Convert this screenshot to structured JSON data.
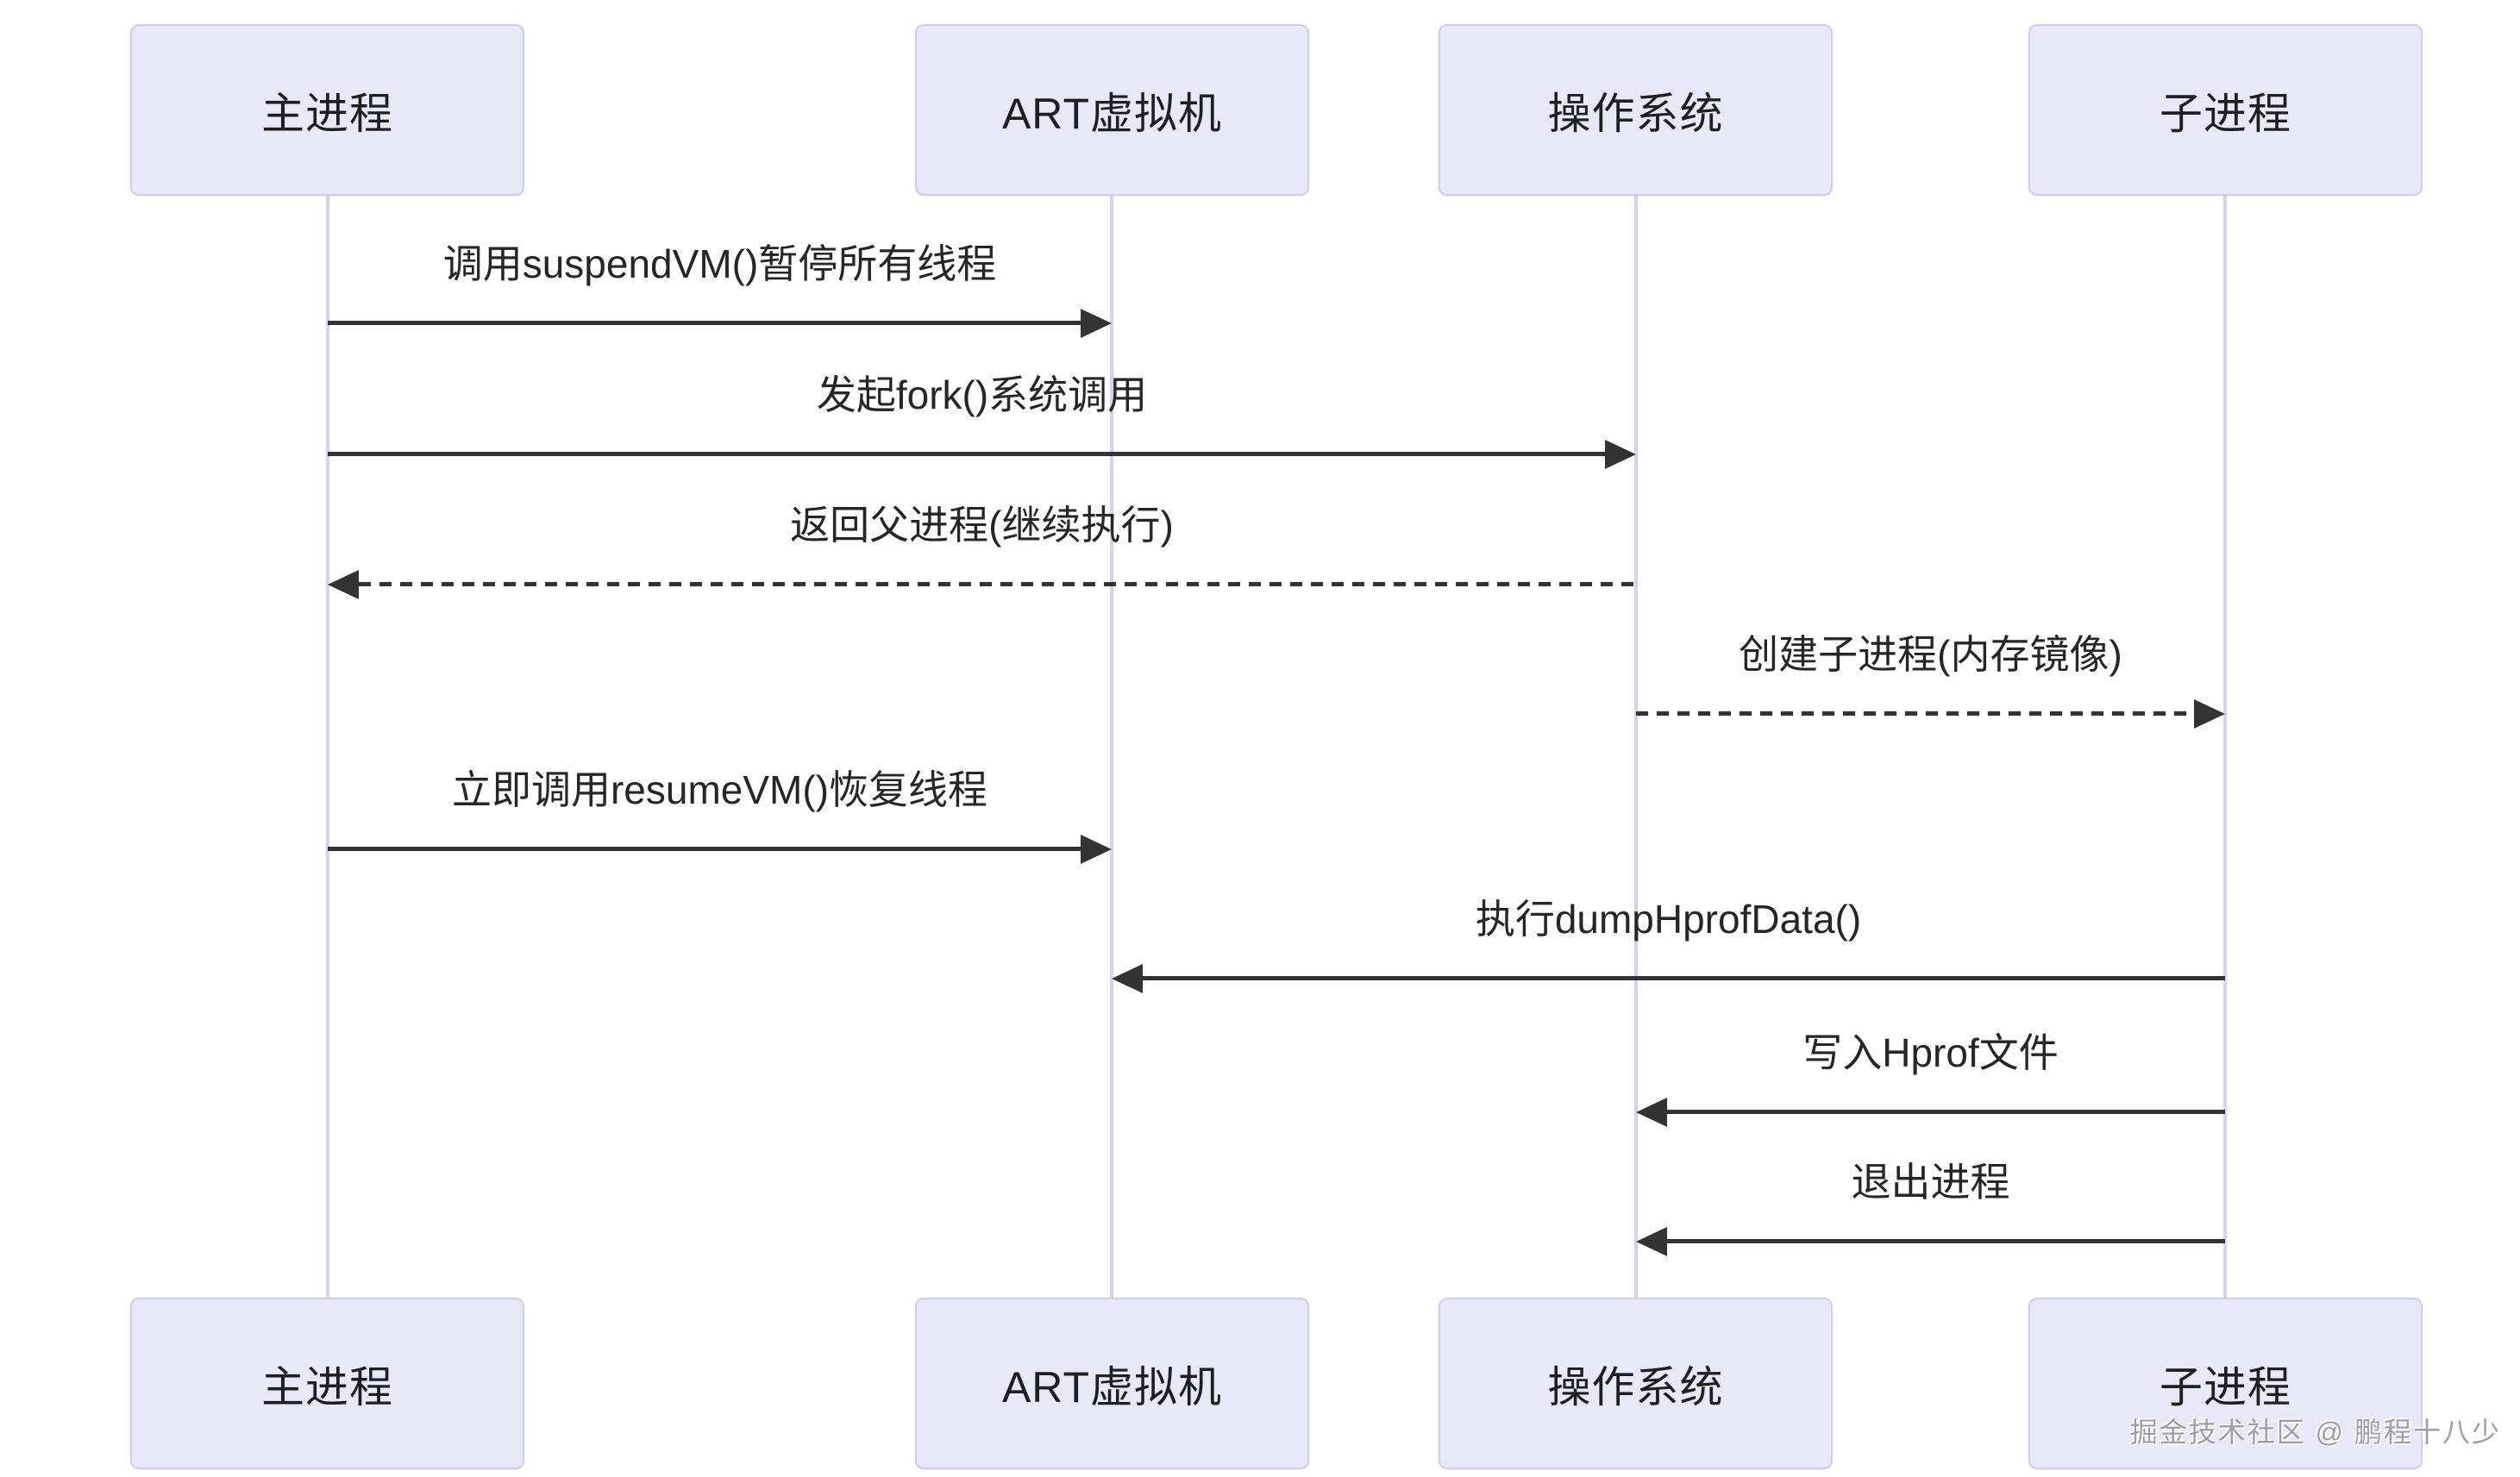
{
  "diagram": {
    "type": "sequence",
    "actors": [
      {
        "id": "main-process",
        "label": "主进程"
      },
      {
        "id": "art-vm",
        "label": "ART虚拟机"
      },
      {
        "id": "os",
        "label": "操作系统"
      },
      {
        "id": "child-process",
        "label": "子进程"
      }
    ],
    "messages": [
      {
        "from": "主进程",
        "to": "ART虚拟机",
        "label": "调用suspendVM()暂停所有线程",
        "line": "solid",
        "direction": "right"
      },
      {
        "from": "主进程",
        "to": "操作系统",
        "label": "发起fork()系统调用",
        "line": "solid",
        "direction": "right"
      },
      {
        "from": "操作系统",
        "to": "主进程",
        "label": "返回父进程(继续执行)",
        "line": "dashed",
        "direction": "left"
      },
      {
        "from": "操作系统",
        "to": "子进程",
        "label": "创建子进程(内存镜像)",
        "line": "dashed",
        "direction": "right"
      },
      {
        "from": "主进程",
        "to": "ART虚拟机",
        "label": "立即调用resumeVM()恢复线程",
        "line": "solid",
        "direction": "right"
      },
      {
        "from": "子进程",
        "to": "ART虚拟机",
        "label": "执行dumpHprofData()",
        "line": "solid",
        "direction": "left"
      },
      {
        "from": "子进程",
        "to": "操作系统",
        "label": "写入Hprof文件",
        "line": "solid",
        "direction": "left"
      },
      {
        "from": "子进程",
        "to": "操作系统",
        "label": "退出进程",
        "line": "solid",
        "direction": "left"
      }
    ],
    "watermark": "掘金技术社区 @ 鹏程十八少",
    "colors": {
      "actor_fill": "#e8e8f8",
      "actor_border": "#d3ccef",
      "lifeline": "#d6d2ef",
      "arrow": "#333333",
      "text": "#262626",
      "watermark": "#9e9ca4"
    }
  }
}
